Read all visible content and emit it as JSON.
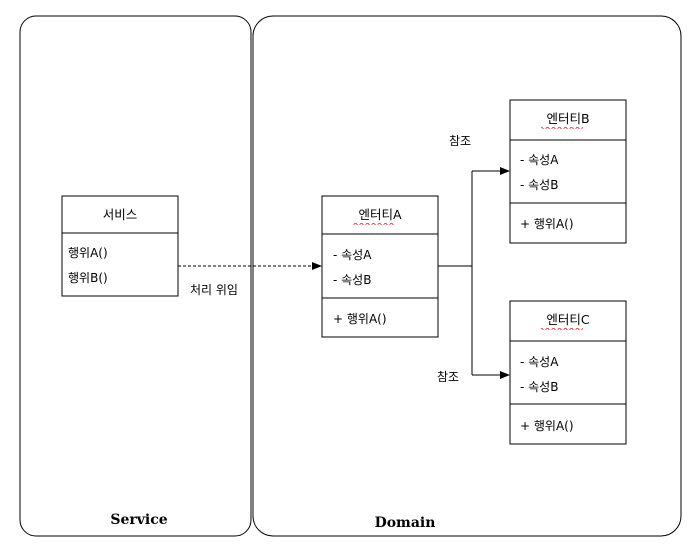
{
  "regions": {
    "service": {
      "label": "Service"
    },
    "domain": {
      "label": "Domain"
    }
  },
  "classes": {
    "service": {
      "title": "서비스",
      "attributes": [],
      "operations": [
        "행위A()",
        "행위B()"
      ]
    },
    "entity_a": {
      "title": "엔터티A",
      "attributes": [
        "- 속성A",
        "- 속성B"
      ],
      "operations": [
        "+ 행위A()"
      ]
    },
    "entity_b": {
      "title": "엔터티B",
      "attributes": [
        "- 속성A",
        "- 속성B"
      ],
      "operations": [
        "+ 행위A()"
      ]
    },
    "entity_c": {
      "title": "엔터티C",
      "attributes": [
        "- 속성A",
        "- 속성B"
      ],
      "operations": [
        "+ 행위A()"
      ]
    }
  },
  "relations": {
    "delegation": {
      "label": "처리 위임",
      "style": "dashed"
    },
    "ref_b": {
      "label": "참조"
    },
    "ref_c": {
      "label": "참조"
    }
  },
  "colors": {
    "stroke": "#000000",
    "spellcheck_underline": "#cc2222"
  }
}
